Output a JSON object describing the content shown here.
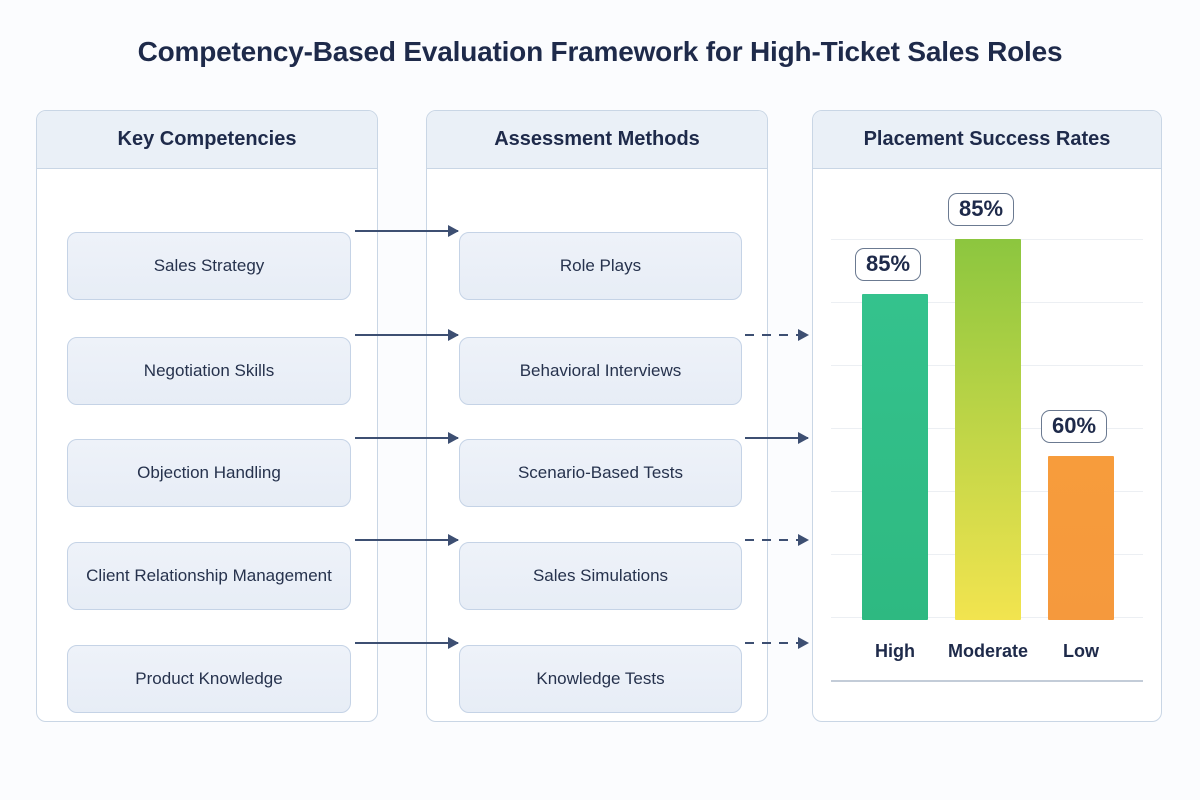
{
  "page": {
    "title": "Competency-Based Evaluation Framework for High-Ticket Sales Roles",
    "background_color": "#fbfcfe",
    "title_color": "#1e2a4a"
  },
  "panels": {
    "competencies": {
      "header": "Key Competencies",
      "items": [
        {
          "label": "Sales Strategy"
        },
        {
          "label": "Negotiation Skills"
        },
        {
          "label": "Objection Handling"
        },
        {
          "label": "Client Relationship Management"
        },
        {
          "label": "Product Knowledge"
        }
      ]
    },
    "methods": {
      "header": "Assessment Methods",
      "items": [
        {
          "label": "Role Plays"
        },
        {
          "label": "Behavioral Interviews"
        },
        {
          "label": "Scenario-Based Tests"
        },
        {
          "label": "Sales Simulations"
        },
        {
          "label": "Knowledge Tests"
        }
      ]
    },
    "chart": {
      "header": "Placement Success Rates"
    }
  },
  "connectors": {
    "competency_to_method": [
      {
        "from": "Sales Strategy",
        "to": "Role Plays",
        "style": "solid"
      },
      {
        "from": "Negotiation Skills",
        "to": "Behavioral Interviews",
        "style": "solid"
      },
      {
        "from": "Objection Handling",
        "to": "Scenario-Based Tests",
        "style": "solid"
      },
      {
        "from": "Client Relationship Management",
        "to": "Sales Simulations",
        "style": "solid"
      },
      {
        "from": "Product Knowledge",
        "to": "Knowledge Tests",
        "style": "solid"
      }
    ],
    "method_to_chart": [
      {
        "from": "Behavioral Interviews",
        "style": "dashed"
      },
      {
        "from": "Scenario-Based Tests",
        "style": "solid"
      },
      {
        "from": "Sales Simulations",
        "style": "dashed"
      },
      {
        "from": "Knowledge Tests",
        "style": "dashed"
      }
    ],
    "color": "#3d4f72"
  },
  "chart_data": {
    "type": "bar",
    "title": "Placement Success Rates",
    "categories": [
      "High",
      "Moderate",
      "Low"
    ],
    "values": [
      85,
      85,
      60
    ],
    "data_labels": [
      "85%",
      "85%",
      "60%"
    ],
    "bar_colors": [
      "#2ebd86",
      "#8dc63f",
      "#f5993d"
    ],
    "bar_gradients": [
      {
        "top": "#34c28d",
        "bottom": "#2eb981"
      },
      {
        "top": "#8cc63f",
        "bottom": "#f2e44f"
      },
      {
        "top": "#f79c3c",
        "bottom": "#f5993d"
      }
    ],
    "xlabel": "",
    "ylabel": "",
    "ylim": [
      0,
      100
    ],
    "grid": true,
    "gridline_count": 7,
    "legend": "none",
    "axis_color": "#c3ccd8"
  }
}
